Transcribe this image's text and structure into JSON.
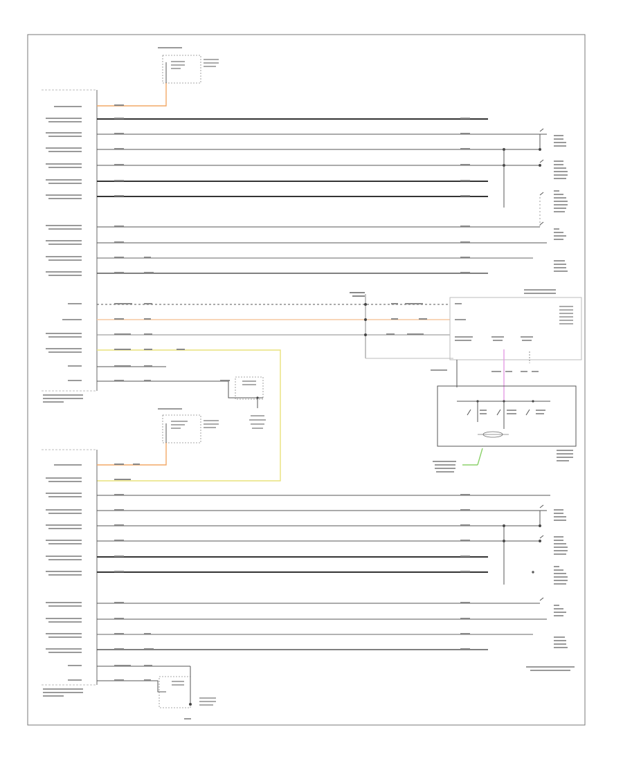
{
  "diagram": {
    "title": "",
    "footer_code": "",
    "colors": {
      "wire": "#444444",
      "wire_light": "#888888",
      "battery_wire": "#f2a866",
      "ignition_wire": "#f6c8a0",
      "yellow_wire": "#e8e27a",
      "pink_wire": "#e39be3",
      "green_wire": "#8bd16a",
      "frame": "#666666"
    },
    "blocks": [
      {
        "id": "driver-seat-module",
        "name": "driver-seat-control-module"
      },
      {
        "id": "passenger-seat-module",
        "name": "passenger-seat-control-module"
      },
      {
        "id": "memory-seat-switch",
        "name": "memory-seat-switch"
      },
      {
        "id": "fuse-block-upper",
        "name": "fuse-block-upper"
      },
      {
        "id": "fuse-block-lower",
        "name": "fuse-block-lower"
      },
      {
        "id": "relay-upper",
        "name": "seat-relay-upper"
      },
      {
        "id": "relay-lower",
        "name": "seat-relay-lower"
      },
      {
        "id": "seat-motors-upper",
        "name": "seat-motor-group-upper"
      },
      {
        "id": "seat-motors-lower",
        "name": "seat-motor-group-lower"
      }
    ]
  }
}
